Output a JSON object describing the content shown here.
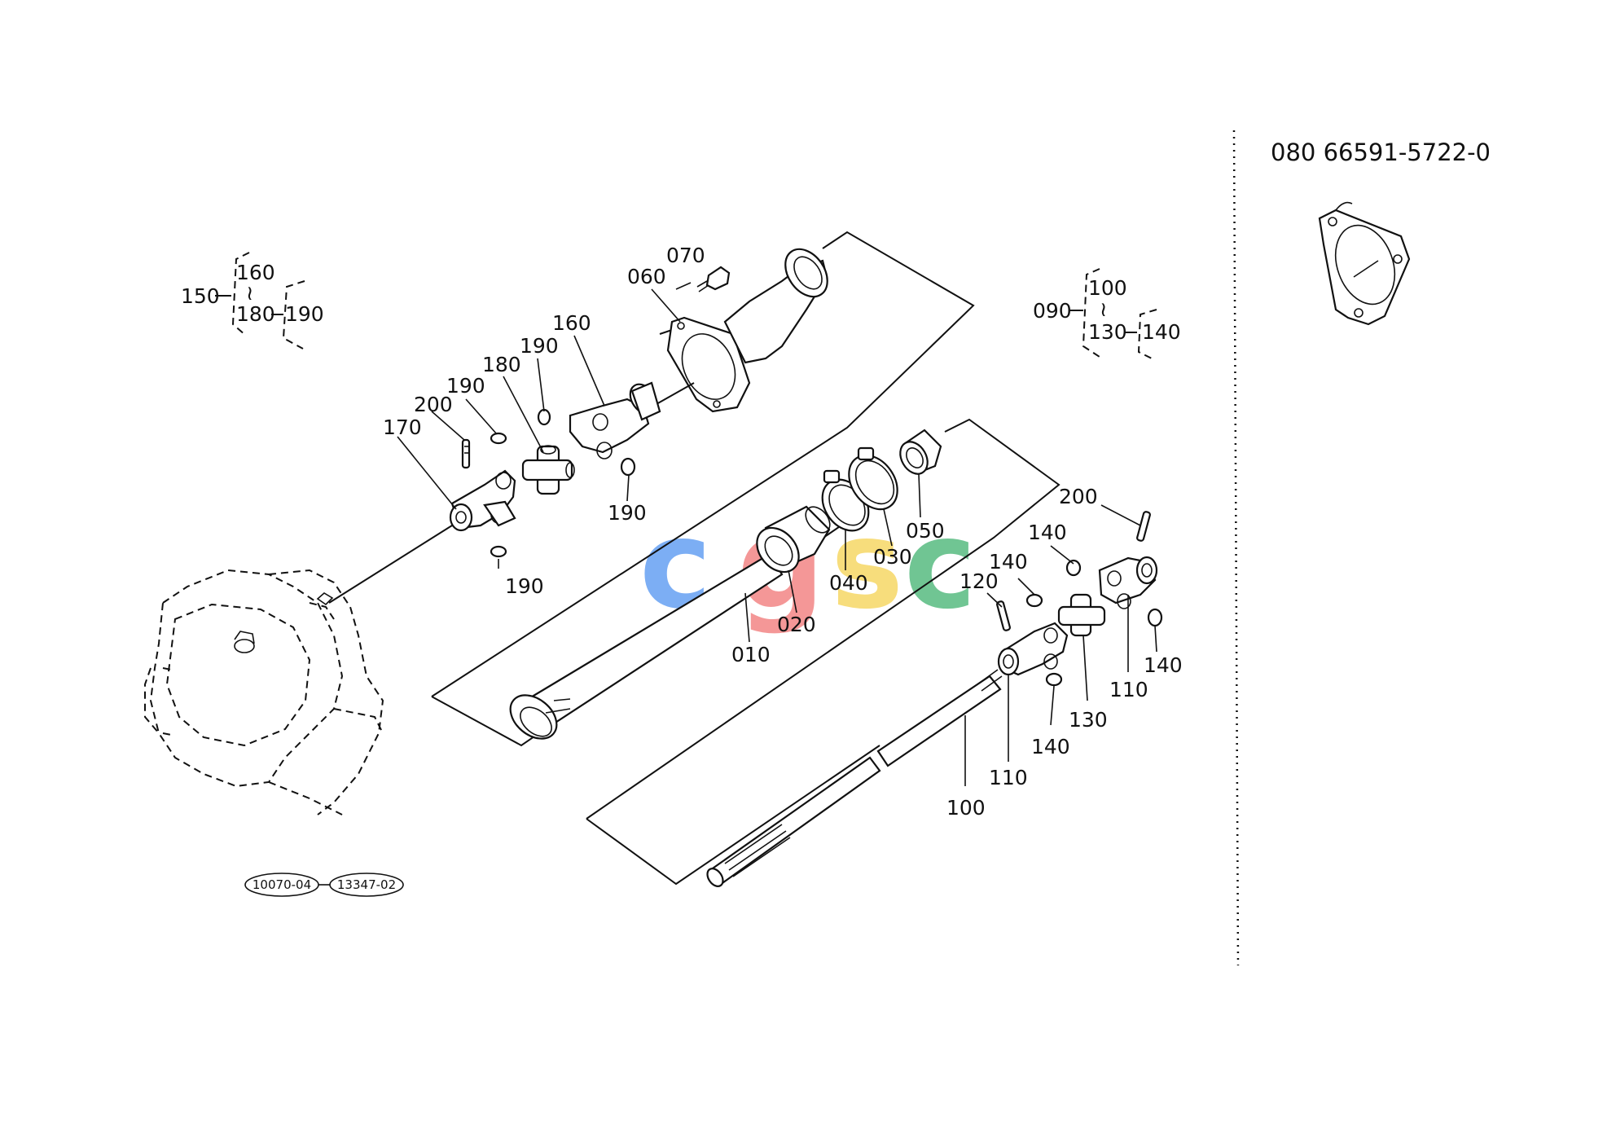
{
  "header": {
    "part_label": "080  66591-5722-0"
  },
  "group_150": {
    "parent": "150",
    "start": "160",
    "sep": "≀",
    "end": "180",
    "child": "190"
  },
  "group_090": {
    "parent": "090",
    "start": "100",
    "sep": "≀",
    "end": "130",
    "child": "140"
  },
  "refs": {
    "left": "10070-04",
    "right": "13347-02"
  },
  "labels": {
    "p010": "010",
    "p020": "020",
    "p030": "030",
    "p040": "040",
    "p050": "050",
    "p060": "060",
    "p070": "070",
    "p100": "100",
    "p110a": "110",
    "p110b": "110",
    "p120": "120",
    "p130": "130",
    "p140a": "140",
    "p140b": "140",
    "p140c": "140",
    "p140d": "140",
    "p160": "160",
    "p170": "170",
    "p180": "180",
    "p190a": "190",
    "p190b": "190",
    "p190c": "190",
    "p190d": "190",
    "p200a": "200",
    "p200b": "200"
  },
  "watermark": {
    "letters": [
      "c",
      "g",
      "s",
      "c"
    ],
    "colors": [
      "#4a8ff0",
      "#f07070",
      "#f5d04a",
      "#3aaf6a"
    ]
  }
}
